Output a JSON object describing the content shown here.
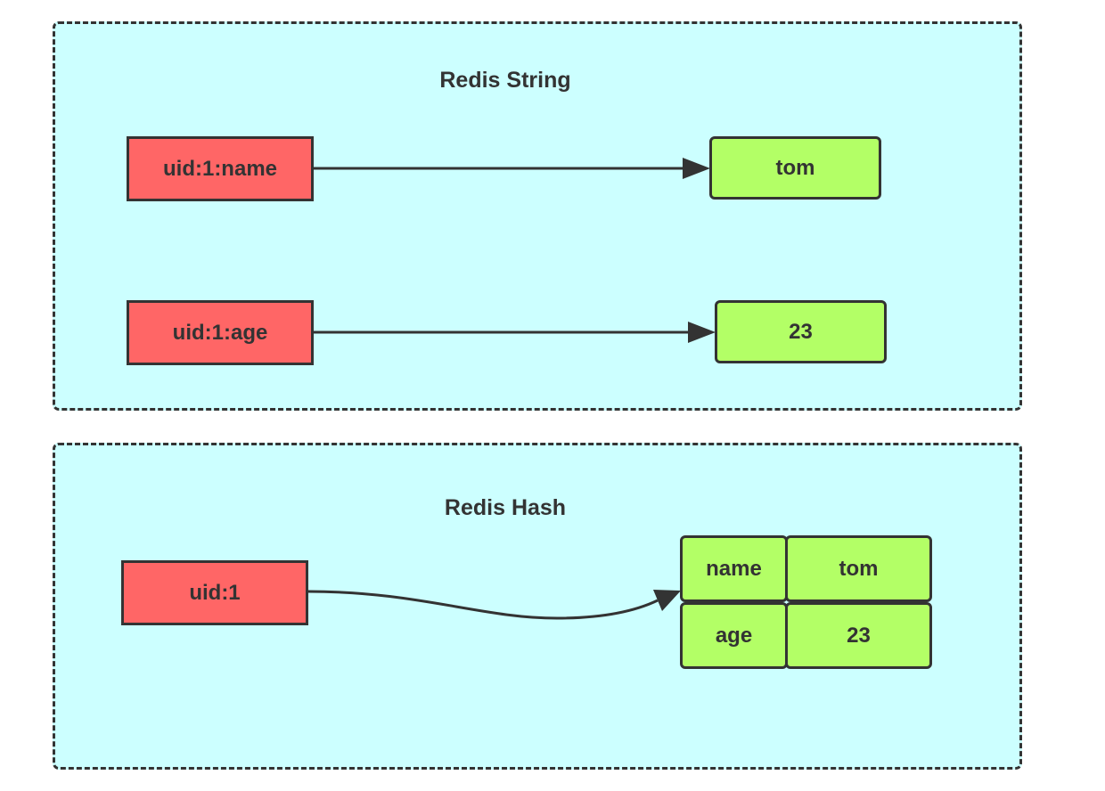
{
  "string_section": {
    "title": "Redis String",
    "rows": [
      {
        "key": "uid:1:name",
        "value": "tom"
      },
      {
        "key": "uid:1:age",
        "value": "23"
      }
    ]
  },
  "hash_section": {
    "title": "Redis Hash",
    "key": "uid:1",
    "fields": [
      {
        "field": "name",
        "value": "tom"
      },
      {
        "field": "age",
        "value": "23"
      }
    ]
  },
  "colors": {
    "panel_background": "#ccffff",
    "key_box": "#ff6666",
    "value_box": "#b3ff66",
    "stroke": "#333333"
  }
}
